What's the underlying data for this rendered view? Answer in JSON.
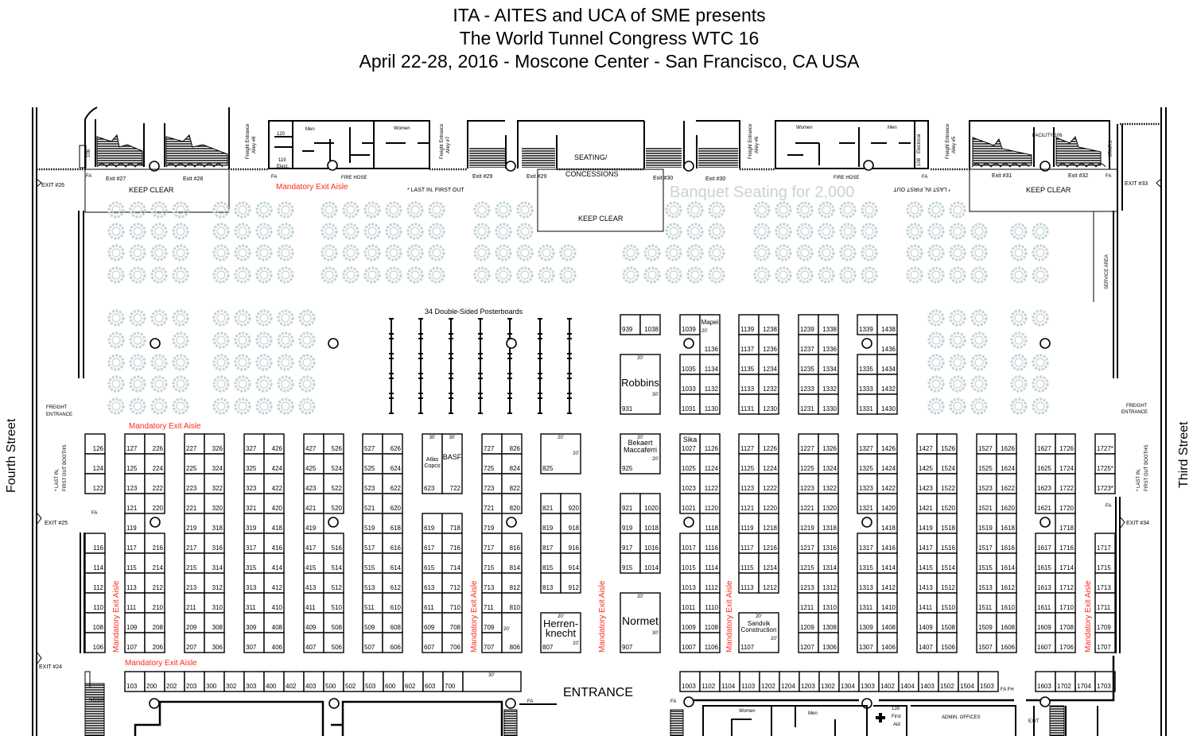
{
  "title": {
    "line1": "ITA - AITES and UCA of SME presents",
    "line2": "The World Tunnel Congress WTC 16",
    "line3": "April 22-28, 2016 - Moscone Center - San Francisco, CA USA"
  },
  "streets": {
    "left": "Fourth Street",
    "right": "Third Street"
  },
  "colors": {
    "exit_aisle": "#ff2a1a",
    "banquet": "#c6d3d6"
  },
  "labels": {
    "exit_26": "EXIT #26",
    "exit_27": "Exit #27",
    "exit_28": "Exit #28",
    "exit_29a": "Exit #29",
    "exit_29b": "Exit #29",
    "exit_30a": "Exit #30",
    "exit_30b": "Exit #30",
    "exit_31": "Exit #31",
    "exit_32": "Exit #32",
    "exit_33": "EXIT #33",
    "exit_34": "EXIT #34",
    "exit_25": "EXIT #25",
    "exit_24": "EXIT #24",
    "keep_clear": "KEEP CLEAR",
    "seating": "SEATING/",
    "concessions": "CONCESSIONS",
    "banquet": "Banquet Seating for 2,000",
    "last_in_first_out": "* LAST IN, FIRST OUT",
    "last_in_booths_1": "* LAST IN,",
    "last_in_booths_2": "FIRST OUT BOOTHS",
    "freight_entrance_1": "FREIGHT",
    "freight_entrance_2": "ENTRANCE",
    "freight_alley_8": "Freight Entrance",
    "alley_8": "Alley #8",
    "freight_alley_7": "Freight Entrance",
    "alley_7": "Alley #7",
    "freight_alley_6": "Freight Entrance",
    "alley_6": "Alley #6",
    "freight_alley_5": "Freight Entrance",
    "alley_5": "Alley #5",
    "mandatory_exit_aisle": "Mandatory Exit Aisle",
    "posterboards": "34 Double-Sided Posterboards",
    "service_area": "SERVICE AREA",
    "entrance": "ENTRANCE",
    "men": "Men",
    "women": "Women",
    "room_120": "120",
    "room_119": "119",
    "elect": "Elect.",
    "fire_hose": "FIRE HOSE",
    "fa": "FA",
    "fa_fh": "FA FH",
    "room_106": "106",
    "room_108": "108",
    "electrical": "Electrical",
    "facility_106": "FACILITY 106",
    "stairs": "STAIRS",
    "first_aid_num": "139",
    "first_aid_1": "First",
    "first_aid_2": "Aid",
    "admin_offices": "ADMIN. OFFICES",
    "exit": "EXIT",
    "wagon": "WCON"
  },
  "upper_islands": [
    {
      "left": [
        "939",
        null,
        null,
        null,
        null
      ],
      "right": [
        "1038",
        null,
        null,
        null,
        null
      ]
    },
    {
      "left": [
        "1039",
        null,
        "1035",
        "1033",
        "1031"
      ],
      "right": [
        null,
        null,
        "1134",
        "1132",
        "1130"
      ]
    },
    {
      "left": [
        "1139",
        "1137",
        "1135",
        "1133",
        "1131"
      ],
      "right": [
        "1238",
        "1236",
        "1234",
        "1232",
        "1230"
      ]
    },
    {
      "left": [
        "1239",
        "1237",
        "1235",
        "1233",
        "1231"
      ],
      "right": [
        "1338",
        "1336",
        "1334",
        "1332",
        "1330"
      ]
    },
    {
      "left": [
        "1339",
        null,
        "1335",
        "1333",
        "1331"
      ],
      "right": [
        "1438",
        "1436",
        "1434",
        "1432",
        "1430"
      ]
    }
  ],
  "upper_features": [
    {
      "number": "931",
      "name": [
        "Robbins"
      ],
      "dims": [
        "20'",
        "30'"
      ]
    },
    {
      "number": "1136",
      "name": [
        "Mapei"
      ],
      "dims": [
        "20'"
      ]
    }
  ],
  "lower_islands": [
    {
      "left": [
        "126",
        "124",
        "122",
        null,
        null,
        "116",
        "114",
        "112",
        "110",
        "108",
        "106"
      ]
    },
    {
      "left": [
        "127",
        "125",
        "123",
        "121",
        "119",
        "117",
        "115",
        "113",
        "111",
        "109",
        "107"
      ],
      "right": [
        "226",
        "224",
        "222",
        "220",
        null,
        "216",
        "214",
        "212",
        "210",
        "208",
        "206"
      ]
    },
    {
      "left": [
        "227",
        "225",
        "223",
        "221",
        "219",
        "217",
        "215",
        "213",
        "211",
        "209",
        "207"
      ],
      "right": [
        "326",
        "324",
        "322",
        "320",
        "318",
        "316",
        "314",
        "312",
        "310",
        "308",
        "306"
      ]
    },
    {
      "left": [
        "327",
        "325",
        "323",
        "321",
        "319",
        "317",
        "315",
        "313",
        "311",
        "309",
        "307"
      ],
      "right": [
        "426",
        "424",
        "422",
        "420",
        "418",
        "416",
        "414",
        "412",
        "410",
        "408",
        "406"
      ]
    },
    {
      "left": [
        "427",
        "425",
        "423",
        "421",
        "419",
        "417",
        "415",
        "413",
        "411",
        "409",
        "407"
      ],
      "right": [
        "526",
        "524",
        "522",
        "520",
        null,
        "516",
        "514",
        "512",
        "510",
        "508",
        "506"
      ]
    },
    {
      "left": [
        "527",
        "525",
        "523",
        "521",
        "519",
        "517",
        "515",
        "513",
        "511",
        "509",
        "507"
      ],
      "right": [
        "626",
        "624",
        "622",
        "620",
        "618",
        "616",
        "614",
        "612",
        "610",
        "608",
        "606"
      ]
    },
    {
      "left": [
        null,
        null,
        null,
        null,
        "619",
        "617",
        "615",
        "613",
        "611",
        "609",
        "607"
      ],
      "right": [
        null,
        null,
        null,
        null,
        "718",
        "716",
        "714",
        "712",
        "710",
        "708",
        "706"
      ]
    },
    {
      "left": [
        "727",
        "725",
        "723",
        "721",
        "719",
        "717",
        "715",
        "713",
        "711",
        "709",
        "707"
      ],
      "right": [
        "826",
        "824",
        "822",
        "820",
        null,
        "816",
        "814",
        "812",
        "810",
        null,
        null
      ]
    },
    {
      "left": [
        null,
        null,
        null,
        "821",
        "819",
        "817",
        "815",
        "813",
        null,
        null,
        null
      ],
      "right": [
        null,
        null,
        null,
        "920",
        "918",
        "916",
        "914",
        "912",
        null,
        null,
        null
      ]
    },
    {
      "left": [
        null,
        null,
        null,
        "921",
        "919",
        "917",
        "915",
        null,
        null,
        null,
        null
      ],
      "right": [
        null,
        null,
        null,
        "1020",
        "1018",
        "1016",
        "1014",
        null,
        null,
        null,
        null
      ]
    },
    {
      "left": [
        null,
        "1025",
        "1023",
        "1021",
        null,
        "1017",
        "1015",
        "1013",
        "1011",
        "1009",
        "1007"
      ],
      "right": [
        "1126",
        "1124",
        "1122",
        "1120",
        "1118",
        "1116",
        "1114",
        "1112",
        "1110",
        "1108",
        "1106"
      ]
    },
    {
      "left": [
        "1127",
        "1125",
        "1123",
        "1121",
        "1119",
        "1117",
        "1115",
        "1113",
        null,
        null,
        null
      ],
      "right": [
        "1226",
        "1224",
        "1222",
        "1220",
        "1218",
        "1216",
        "1214",
        "1212",
        null,
        null,
        null
      ]
    },
    {
      "left": [
        "1227",
        "1225",
        "1223",
        "1221",
        "1219",
        "1217",
        "1215",
        "1213",
        "1211",
        "1209",
        "1207"
      ],
      "right": [
        "1326",
        "1324",
        "1322",
        "1320",
        "1318",
        "1316",
        "1314",
        "1312",
        "1310",
        "1308",
        "1306"
      ]
    },
    {
      "left": [
        "1327",
        "1325",
        "1323",
        "1321",
        null,
        "1317",
        "1315",
        "1313",
        "1311",
        "1309",
        "1307"
      ],
      "right": [
        "1426",
        "1424",
        "1422",
        "1420",
        "1418",
        "1416",
        "1414",
        "1412",
        "1410",
        "1408",
        "1406"
      ]
    },
    {
      "left": [
        "1427",
        "1425",
        "1423",
        "1421",
        "1419",
        "1417",
        "1415",
        "1413",
        "1411",
        "1409",
        "1407"
      ],
      "right": [
        "1526",
        "1524",
        "1522",
        "1520",
        "1518",
        "1516",
        "1514",
        "1512",
        "1510",
        "1508",
        "1506"
      ]
    },
    {
      "left": [
        "1527",
        "1525",
        "1523",
        "1521",
        "1519",
        "1517",
        "1515",
        "1513",
        "1511",
        "1509",
        "1507"
      ],
      "right": [
        "1626",
        "1624",
        "1622",
        "1620",
        "1618",
        "1616",
        "1614",
        "1612",
        "1610",
        "1608",
        "1606"
      ]
    },
    {
      "left": [
        "1627",
        "1625",
        "1623",
        "1621",
        null,
        "1617",
        "1615",
        "1613",
        "1611",
        "1609",
        "1607"
      ],
      "right": [
        "1726",
        "1724",
        "1722",
        "1720",
        "1718",
        "1716",
        "1714",
        "1712",
        "1710",
        "1708",
        "1706"
      ]
    },
    {
      "left": [
        "1727*",
        "1725*",
        "1723*",
        null,
        null,
        "1717",
        "1715",
        "1713",
        "1711",
        "1709",
        "1707"
      ]
    }
  ],
  "lower_features": [
    {
      "number": "623",
      "name": [
        "Atlas",
        "Copco"
      ],
      "dims": [
        "30'"
      ]
    },
    {
      "number": "722",
      "name": [
        "BASF"
      ],
      "dims": [
        "30'"
      ]
    },
    {
      "number": "806",
      "name": [],
      "dims": [
        "20'"
      ]
    },
    {
      "number": "825",
      "name": [],
      "dims": [
        "20'",
        "20'"
      ]
    },
    {
      "number": "807",
      "name": [
        "Herren-",
        "knecht"
      ],
      "dims": [
        "20'",
        "20'"
      ]
    },
    {
      "number": "925",
      "name": [
        "Bekaert",
        "Maccaferri"
      ],
      "dims": [
        "20'",
        "20'"
      ]
    },
    {
      "number": "907",
      "name": [
        "Normet"
      ],
      "dims": [
        "20'",
        "30'"
      ]
    },
    {
      "number": "1027",
      "name": [
        "Sika"
      ],
      "dims": []
    },
    {
      "number": "1107",
      "name": [
        "Sandvik",
        "Construction"
      ],
      "dims": [
        "20'",
        "20'"
      ]
    }
  ],
  "bottom_row_left": [
    "103",
    "200",
    "202",
    "203",
    "300",
    "302",
    "303",
    "400",
    "402",
    "403",
    "500",
    "502",
    "503",
    "600",
    "602",
    "603",
    "700"
  ],
  "bottom_row_left_end_dim": "30'",
  "bottom_row_mid": [
    "1003",
    "1102",
    "1104",
    "1103",
    "1202",
    "1204",
    "1203",
    "1302",
    "1304",
    "1303",
    "1402",
    "1404",
    "1403",
    "1502",
    "1504",
    "1503"
  ],
  "bottom_row_right": [
    "1603",
    "1702",
    "1704",
    "1703"
  ]
}
